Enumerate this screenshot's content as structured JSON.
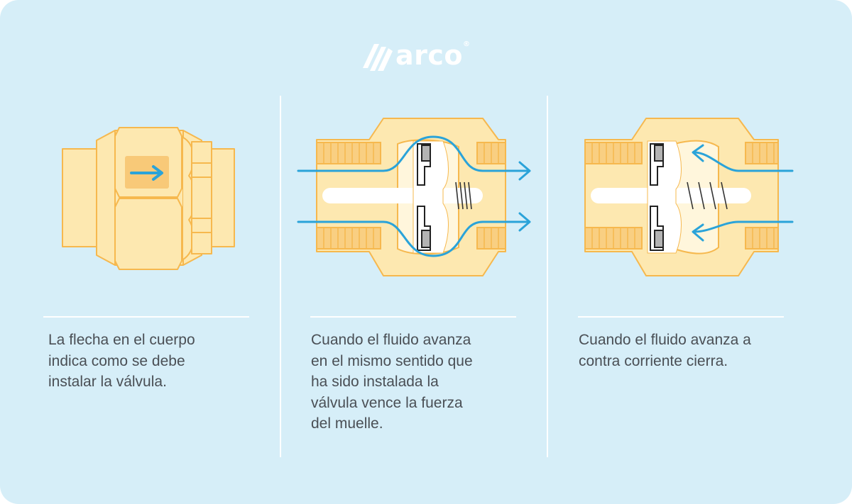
{
  "brand": {
    "name": "arco",
    "registered_mark": "®",
    "logo_icon": "arco-stripes-icon"
  },
  "colors": {
    "background": "#d6eef8",
    "valve_fill": "#fde8b0",
    "valve_stroke": "#f6b84e",
    "arrow_blue": "#2aa3d9",
    "seal_gray": "#b3b3b3",
    "text": "#4a4f55"
  },
  "panels": [
    {
      "id": "installation",
      "caption": "La flecha en el cuerpo\nindica como se debe\ninstalar la válvula."
    },
    {
      "id": "open-flow",
      "caption": "Cuando el fluido avanza\nen el mismo sentido que\nha sido instalada la\nválvula vence la fuerza\ndel muelle."
    },
    {
      "id": "reverse-flow",
      "caption": "Cuando el fluido avanza a\ncontra corriente cierra."
    }
  ]
}
